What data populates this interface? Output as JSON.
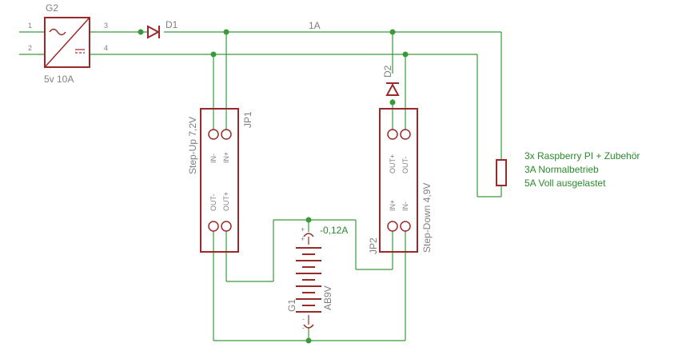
{
  "colors": {
    "wire": "#3a9a3a",
    "part": "#9a2a2a",
    "label": "#808080",
    "note": "#2a8a2a"
  },
  "g2": {
    "name": "G2",
    "value": "5v 10A",
    "pins": [
      "1",
      "2",
      "3",
      "4"
    ]
  },
  "d1": {
    "name": "D1"
  },
  "d2": {
    "name": "D2"
  },
  "current_top": "1A",
  "jp1": {
    "name": "JP1",
    "label": "Step-Up 7,2V",
    "pins_top": [
      "IN-",
      "IN+"
    ],
    "pins_bottom": [
      "OUT-",
      "OUT+"
    ]
  },
  "jp2": {
    "name": "JP2",
    "label": "Step-Down 4,9V",
    "pins_top": [
      "OUT+",
      "OUT-"
    ],
    "pins_bottom": [
      "IN+",
      "IN-"
    ]
  },
  "battery": {
    "name": "G1",
    "value": "AB9V",
    "current": "-0,12A"
  },
  "load_note": {
    "line1": "3x Raspberry PI + Zubehör",
    "line2": "3A Normalbetrieb",
    "line3": "5A Voll ausgelastet"
  }
}
